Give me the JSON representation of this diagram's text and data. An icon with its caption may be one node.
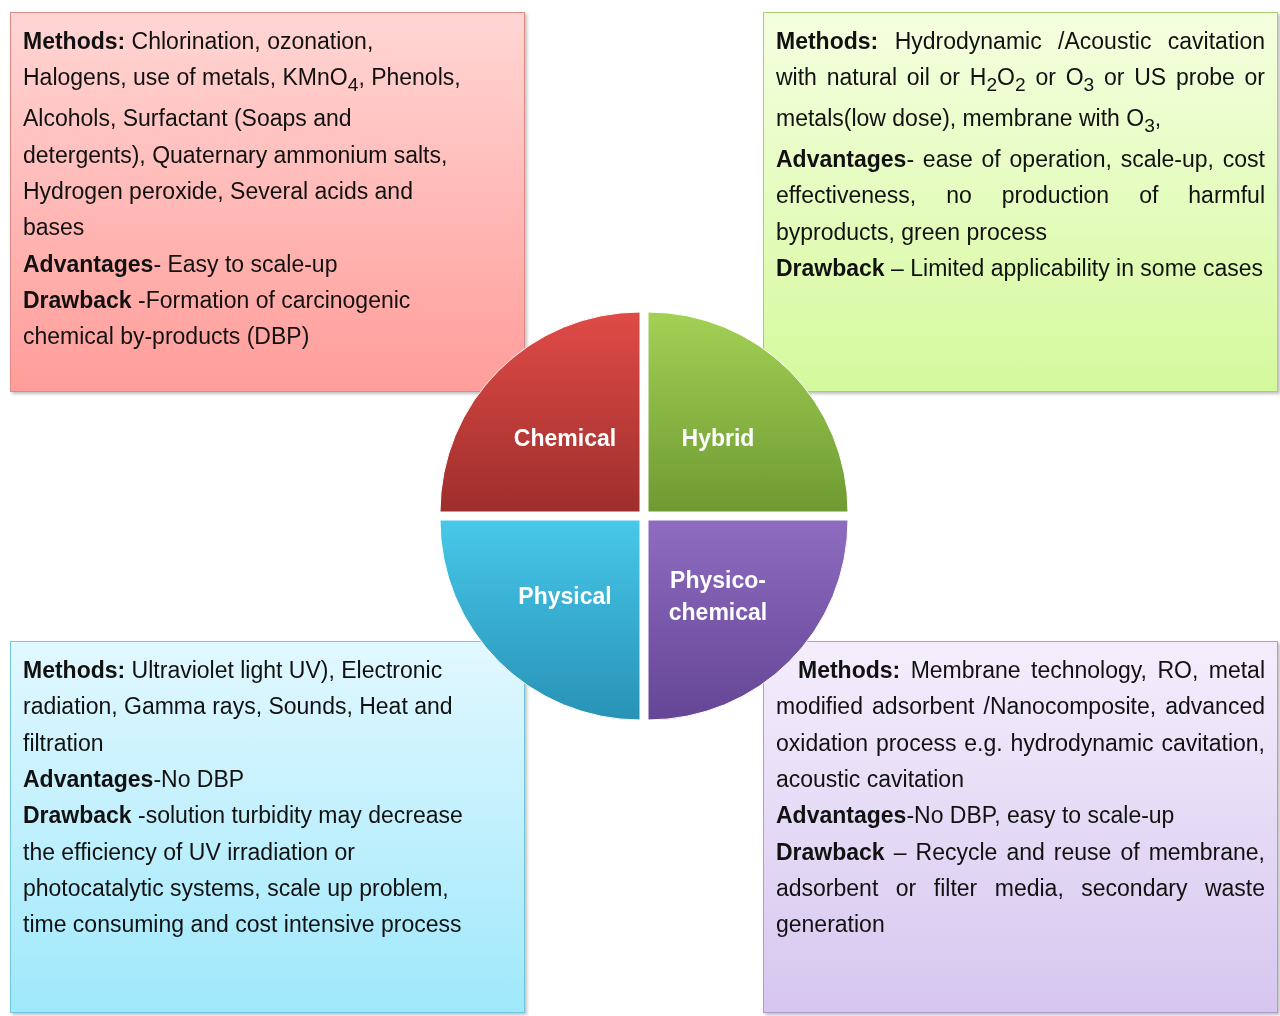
{
  "diagram": {
    "nodes": [
      {
        "text": [
          "**Methods:** Chlorination, ozonation, Halogens, use of metals, KMnO$_{4}$, Phenols, Alcohols, Surfactant (Soaps and detergents), Quaternary ammonium salts, Hydrogen peroxide, Several acids and bases",
          "**Advantages**- Easy to scale-up",
          "**Drawback** -Formation of carcinogenic chemical by-products (DBP)"
        ]
      },
      {
        "text": [
          "**Methods:** Hydrodynamic /Acoustic cavitation with natural oil or H$_{2}$O$_{2}$ or O$_{3}$ or US probe or metals(low dose), membrane with O$_{3}$,",
          "**Advantages**- ease of operation, scale-up, cost effectiveness, no production of harmful byproducts, green process",
          "**Drawback** – Limited applicability in some cases"
        ]
      },
      {
        "text": [
          "Chemical"
        ]
      },
      {
        "text": [
          "Hybrid"
        ]
      },
      {
        "text": [
          "Physical"
        ]
      },
      {
        "text": [
          "Physico-chemical"
        ]
      },
      {
        "text": [
          "**Methods:** Ultraviolet light UV), Electronic radiation, Gamma rays, Sounds, Heat and filtration",
          "**Advantages**-No DBP",
          "**Drawback** -solution turbidity may decrease the efficiency of UV irradiation or photocatalytic systems, scale up problem, time consuming and cost intensive process"
        ]
      },
      {
        "text": [
          "**Methods:** Membrane technology, RO, metal modified adsorbent /Nanocomposite, advanced oxidation process e.g. hydrodynamic cavitation, acoustic cavitation",
          "**Advantages**-No DBP, easy to scale-up",
          "**Drawback** – Recycle and reuse of membrane, adsorbent or filter media, secondary waste generation"
        ]
      }
    ]
  }
}
